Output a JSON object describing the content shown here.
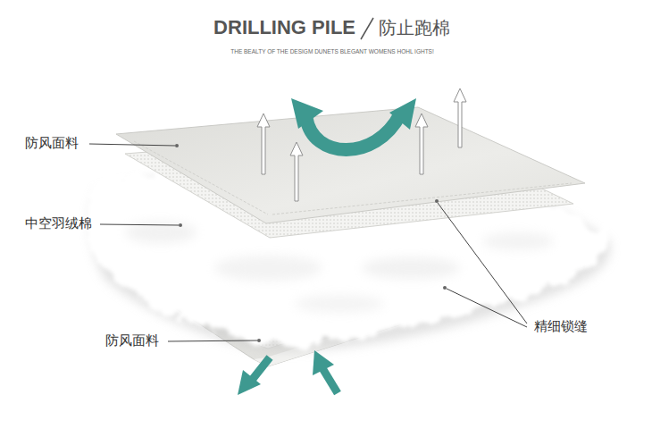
{
  "diagram": {
    "title": "DRILLING PILE",
    "labels": [
      "防止跑棉",
      "THE BEALTY OF THE DESIGM DUNETS BLEGANT WOMENS HOHL IGHTS!",
      "防风面料",
      "中空羽绒棉",
      "防风面料",
      "精细锁缝"
    ]
  }
}
